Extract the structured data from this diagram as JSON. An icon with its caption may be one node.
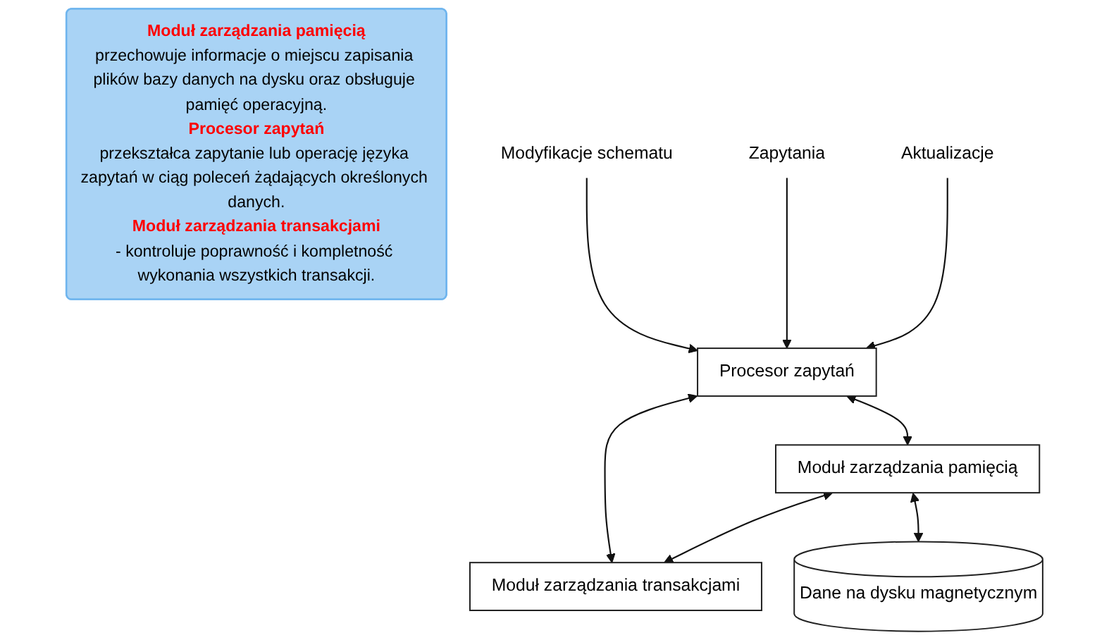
{
  "diagram": {
    "nodes": [
      {
        "text": [
          "Moduł zarządzania pamięcią",
          "przechowuje informacje o miejscu zapisania plików bazy danych na dysku oraz obsługuje pamięć operacyjną.",
          "Procesor zapytań",
          "przekształca zapytanie lub operację języka zapytań w ciąg poleceń żądających określonych danych.",
          "Moduł zarządzania transakcjami",
          "- kontroluje poprawność i kompletność wykonania wszystkich transakcji."
        ]
      },
      {
        "text": [
          "Modyfikacje schematu"
        ]
      },
      {
        "text": [
          "Zapytania"
        ]
      },
      {
        "text": [
          "Aktualizacje"
        ]
      },
      {
        "text": [
          "Procesor zapytań"
        ]
      },
      {
        "text": [
          "Moduł zarządzania pamięcią"
        ]
      },
      {
        "text": [
          "Moduł zarządzania transakcjami"
        ]
      },
      {
        "text": [
          "Dane na dysku magnetycznym"
        ]
      }
    ],
    "edges": [
      {
        "from": 1,
        "to": 4,
        "arrow": "to"
      },
      {
        "from": 2,
        "to": 4,
        "arrow": "to"
      },
      {
        "from": 3,
        "to": 4,
        "arrow": "to"
      },
      {
        "from": 4,
        "to": 6,
        "arrow": "both"
      },
      {
        "from": 4,
        "to": 5,
        "arrow": "both"
      },
      {
        "from": 5,
        "to": 6,
        "arrow": "both"
      },
      {
        "from": 5,
        "to": 7,
        "arrow": "both"
      }
    ]
  }
}
